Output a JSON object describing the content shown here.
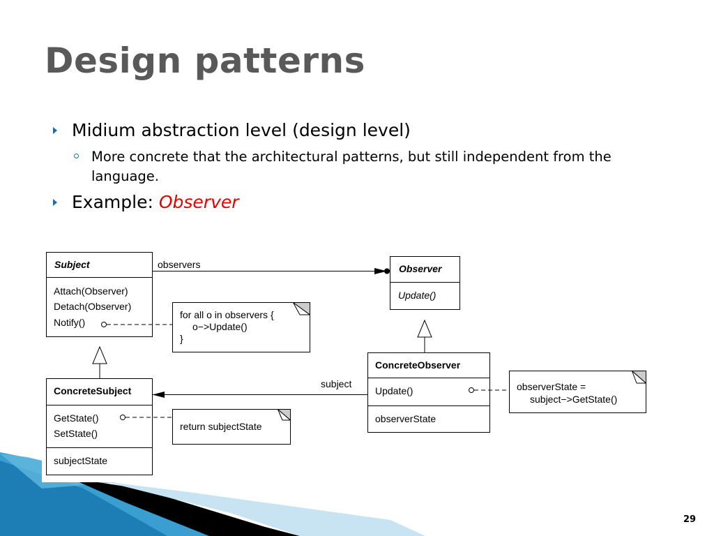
{
  "slide": {
    "title": "Design patterns",
    "page_number": "29"
  },
  "bullets": {
    "b1": "Midium abstraction level (design level)",
    "b1_sub": "More concrete that the architectural patterns, but still independent from the language.",
    "b2_prefix": "Example: ",
    "b2_emph": "Observer"
  },
  "diagram": {
    "subject": {
      "name": "Subject",
      "ops": [
        "Attach(Observer)",
        "Detach(Observer)",
        "Notify()"
      ]
    },
    "observer": {
      "name": "Observer",
      "ops": [
        "Update()"
      ]
    },
    "concrete_subject": {
      "name": "ConcreteSubject",
      "ops": [
        "GetState()",
        "SetState()"
      ],
      "attrs": [
        "subjectState"
      ]
    },
    "concrete_observer": {
      "name": "ConcreteObserver",
      "ops": [
        "Update()"
      ],
      "attrs": [
        "observerState"
      ]
    },
    "assoc_observers": "observers",
    "assoc_subject": "subject",
    "note_notify": [
      "for all o in observers {",
      "o−>Update()",
      "}"
    ],
    "note_getstate": [
      "return subjectState"
    ],
    "note_update": [
      "observerState =",
      "subject−>GetState()"
    ]
  },
  "colors": {
    "accent": "#1a6fa0",
    "emphasis": "#e00000",
    "title": "#595959"
  }
}
